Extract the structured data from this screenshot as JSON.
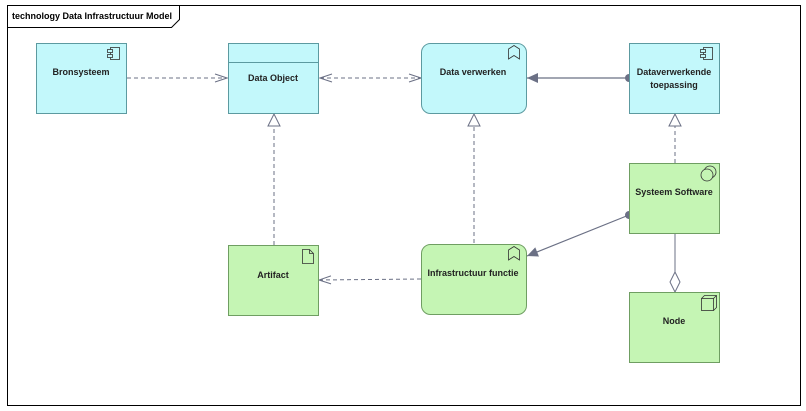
{
  "diagram": {
    "title": "technology Data Infrastructuur Model",
    "colors": {
      "application_fill": "#c3f8fb",
      "application_stroke": "#5c9aa0",
      "technology_fill": "#c5f5b4",
      "technology_stroke": "#6f9e62",
      "connector": "#6b7085",
      "frame": "#000000"
    },
    "elements": {
      "bronsysteem": {
        "label": "Bronsysteem",
        "icon": "component-icon"
      },
      "data_object": {
        "label": "Data Object",
        "icon": "data-object"
      },
      "data_verwerken": {
        "label": "Data verwerken",
        "icon": "function-icon"
      },
      "dataverwerkende_toepassing": {
        "line1": "Dataverwerkende",
        "line2": "toepassing",
        "icon": "component-icon"
      },
      "systeem_software": {
        "label": "Systeem Software",
        "icon": "system-software-icon"
      },
      "artifact": {
        "label": "Artifact",
        "icon": "artifact-icon"
      },
      "infrastructuur_functie": {
        "label": "Infrastructuur functie",
        "icon": "function-icon"
      },
      "node": {
        "label": "Node",
        "icon": "node-icon"
      }
    }
  }
}
